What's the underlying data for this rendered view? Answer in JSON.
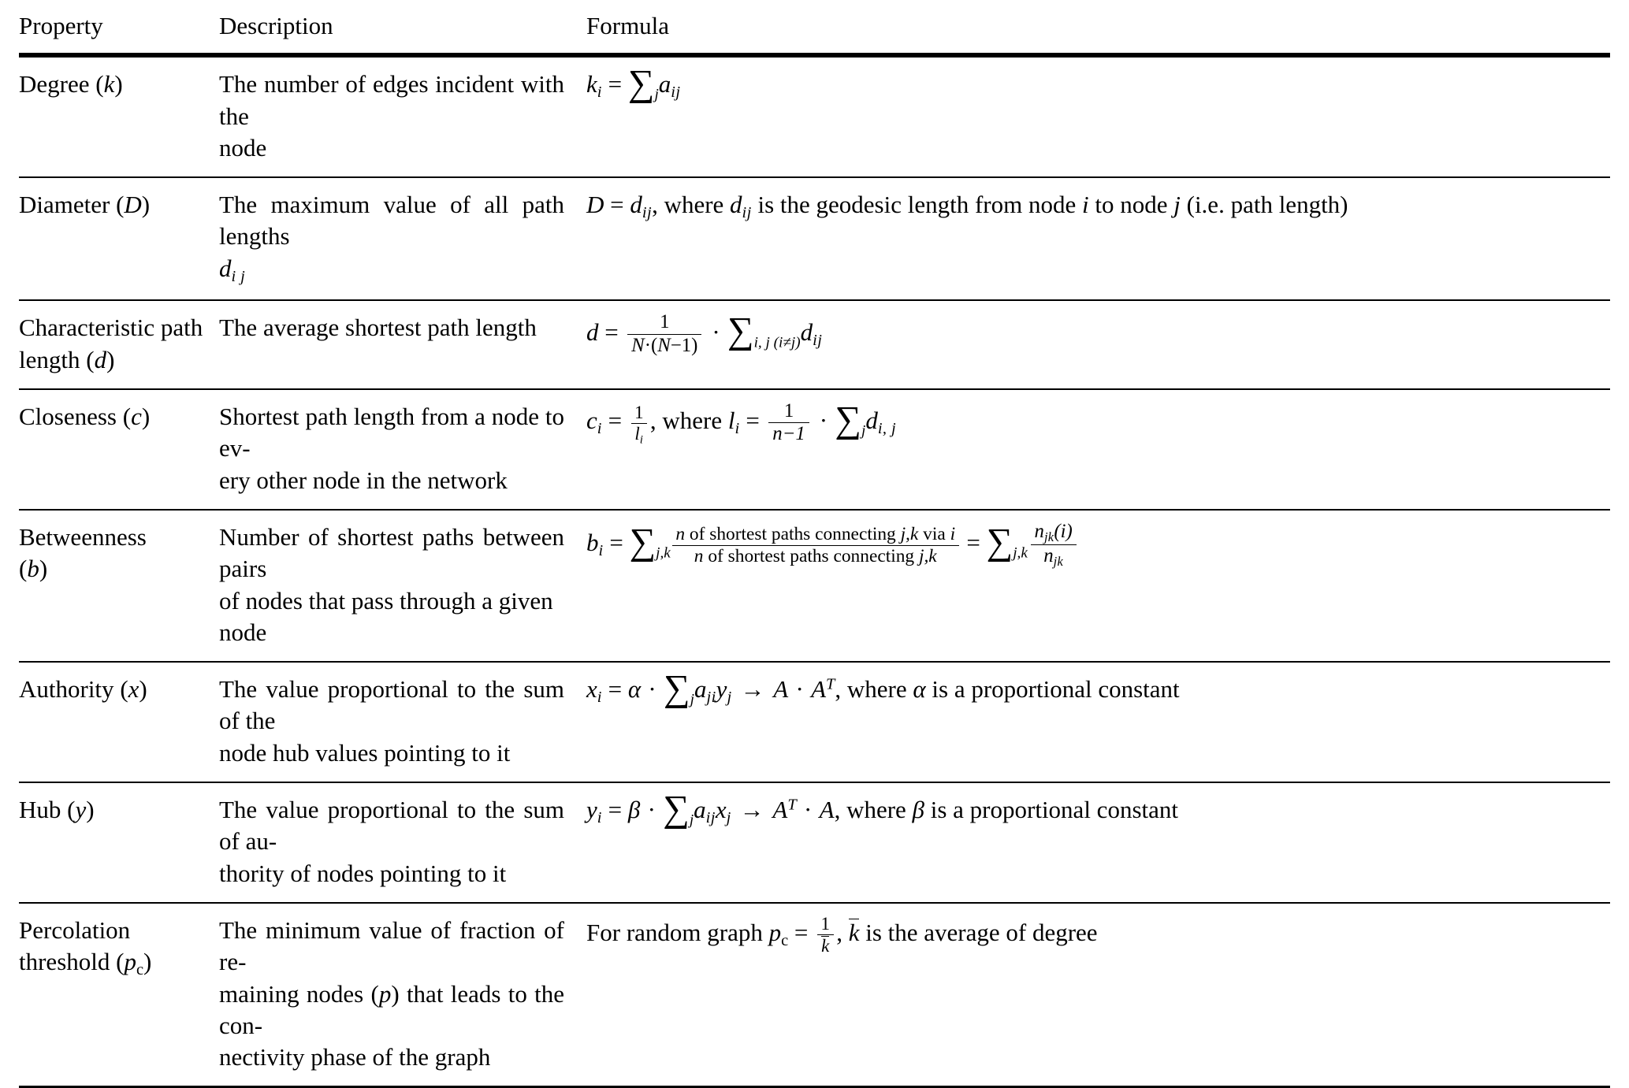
{
  "table": {
    "headers": {
      "property": "Property",
      "description": "Description",
      "formula": "Formula"
    },
    "rows": [
      {
        "property_name": "Degree",
        "property_symbol": "k",
        "description": "The number of edges incident with the node",
        "description_lines": [
          "The number of edges incident with the",
          "node"
        ],
        "formula_text": "k_i = ∑_j a_ij"
      },
      {
        "property_name": "Diameter",
        "property_symbol": "D",
        "description": "The maximum value of all path lengths d_ij",
        "description_lines": [
          "The maximum value of all path lengths",
          "d_ij"
        ],
        "formula_text": "D = d_ij, where d_ij is the geodesic length from node i to node j (i.e. path length)"
      },
      {
        "property_name": "Characteristic path length",
        "property_symbol": "d",
        "description": "The average shortest path length",
        "description_lines": [
          "The average shortest path length"
        ],
        "formula_text": "d = 1 / (N·(N−1)) · ∑_{i,j (i≠j)} d_ij"
      },
      {
        "property_name": "Closeness",
        "property_symbol": "c",
        "description": "Shortest path length from a node to every other node in the network",
        "description_lines": [
          "Shortest path length from a node to ev-",
          "ery other node in the network"
        ],
        "formula_text": "c_i = 1/l_i,  where l_i = 1/(n−1) · ∑_j d_i,j"
      },
      {
        "property_name": "Betweenness",
        "property_symbol": "b",
        "description": "Number of shortest paths between pairs of nodes that pass through a given node",
        "description_lines": [
          "Number of shortest paths between pairs",
          "of nodes that pass through a given node"
        ],
        "formula_text": "b_i = ∑_{j,k} (n of shortest paths connecting j,k via i)/(n of shortest paths connecting j,k) = ∑_{j,k} n_jk(i)/n_jk"
      },
      {
        "property_name": "Authority",
        "property_symbol": "x",
        "description": "The value proportional to the sum of the node hub values pointing to it",
        "description_lines": [
          "The value proportional to the sum of the",
          "node hub values pointing to it"
        ],
        "formula_text": "x_i = α · ∑_j a_ji y_j → A · A^T, where α is a proportional constant"
      },
      {
        "property_name": "Hub",
        "property_symbol": "y",
        "description": "The value proportional to the sum of authority of nodes pointing to it",
        "description_lines": [
          "The value proportional to the sum of au-",
          "thority of nodes pointing to it"
        ],
        "formula_text": "y_i = β · ∑_j a_ij x_j → A^T · A, where β is a proportional constant"
      },
      {
        "property_name": "Percolation threshold",
        "property_symbol": "p_c",
        "description": "The minimum value of fraction of remaining nodes (p) that leads to the connectivity phase of the graph",
        "description_lines": [
          "The minimum value of fraction of re-",
          "maining nodes (p) that leads to the con-",
          "nectivity phase of the graph"
        ],
        "formula_text": "For random graph p_c = 1/k̄, k̄ is the average of degree"
      }
    ],
    "formula_parts": {
      "degree": {
        "lhs": "k",
        "lhs_sub": "i",
        "eq": "=",
        "sum_sub": "j",
        "term": "a",
        "term_sub": "ij"
      },
      "diameter": {
        "lhs": "D",
        "eq": "=",
        "d": "d",
        "d_sub": "ij",
        "text1": ", where ",
        "text2": " is the geodesic length from node ",
        "node_i": "i",
        "text3": " to node ",
        "node_j": "j",
        "text4": " (i.e. path length)"
      },
      "charpath": {
        "lhs": "d",
        "eq": "=",
        "num": "1",
        "den_N": "N",
        "den_mid": "·(",
        "den_N2": "N",
        "den_end": "−1)",
        "dot": "·",
        "sum_sub": "i, j (i≠j)",
        "term": "d",
        "term_sub": "ij"
      },
      "closeness": {
        "lhs": "c",
        "lhs_sub": "i",
        "eq": "=",
        "num": "1",
        "den": "l",
        "den_sub": "i",
        "comma_where": ",  where ",
        "l": "l",
        "l_sub": "i",
        "eq2": "=",
        "num2": "1",
        "den2": "n−1",
        "dot": "·",
        "sum_sub": "j",
        "term": "d",
        "term_sub": "i, j"
      },
      "betweenness": {
        "lhs": "b",
        "lhs_sub": "i",
        "eq": "=",
        "sum_sub": "j,k",
        "num_n": "n",
        "num_txt": " of shortest paths connecting ",
        "num_jk": "j,k",
        "num_via": " via ",
        "num_i": "i",
        "den_n": "n",
        "den_txt": " of shortest paths connecting ",
        "den_jk": "j,k",
        "eq2": "=",
        "sum2_sub": "j,k",
        "num2": "n",
        "num2_sub": "jk",
        "num2_i": "(i)",
        "den2": "n",
        "den2_sub": "jk"
      },
      "authority": {
        "lhs": "x",
        "lhs_sub": "i",
        "eq": "=",
        "alpha": "α",
        "dot": "·",
        "sum_sub": "j",
        "a": "a",
        "a_sub": "ji",
        "y": "y",
        "y_sub": "j",
        "arrow": "→",
        "A1": "A",
        "dot2": "·",
        "A2": "A",
        "sup": "T",
        "text1": ", where ",
        "alpha2": "α",
        "text2": " is a proportional constant"
      },
      "hub": {
        "lhs": "y",
        "lhs_sub": "i",
        "eq": "=",
        "beta": "β",
        "dot": "·",
        "sum_sub": "j",
        "a": "a",
        "a_sub": "ij",
        "x": "x",
        "x_sub": "j",
        "arrow": "→",
        "A1": "A",
        "sup": "T",
        "dot2": "·",
        "A2": "A",
        "text1": ", where ",
        "beta2": "β",
        "text2": " is a proportional constant"
      },
      "percolation": {
        "text1": "For random graph ",
        "p": "p",
        "p_sub": "c",
        "eq": "=",
        "num": "1",
        "den": "k",
        "comma": ", ",
        "kbar": "k",
        "text2": " is the average of degree"
      }
    }
  }
}
